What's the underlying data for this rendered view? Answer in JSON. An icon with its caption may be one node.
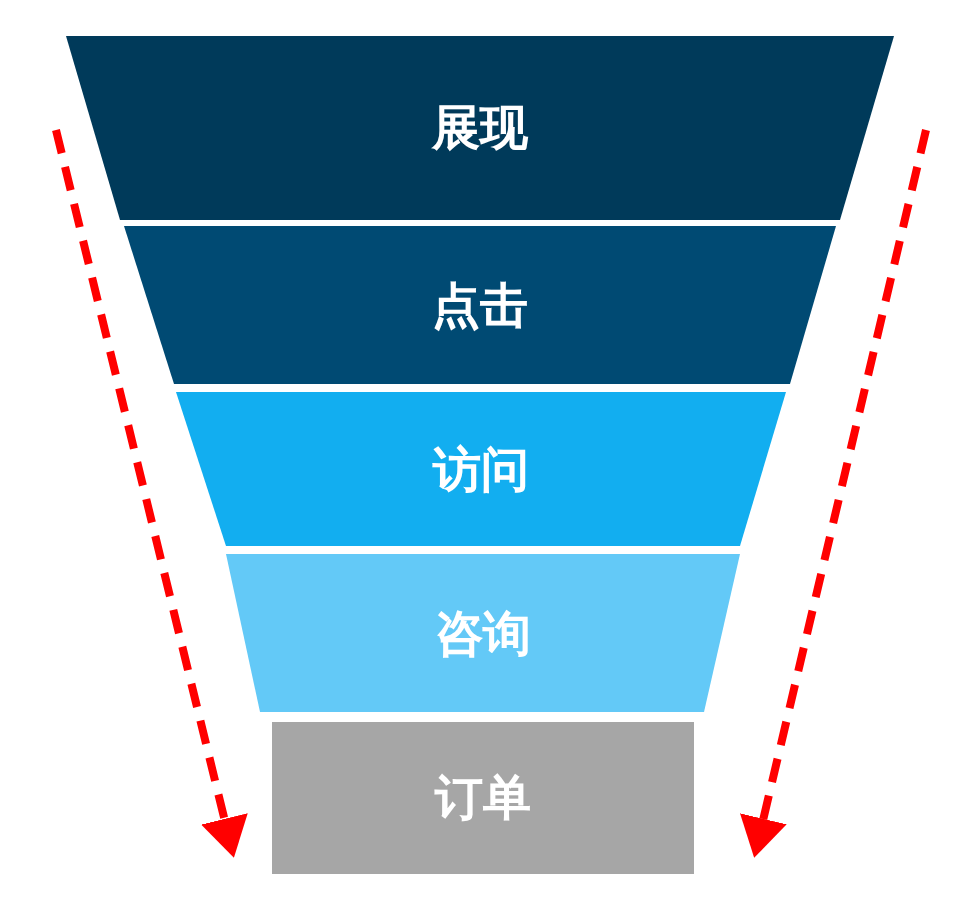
{
  "diagram": {
    "nodes": [
      {
        "text": [
          "展现"
        ]
      },
      {
        "text": [
          "点击"
        ]
      },
      {
        "text": [
          "访问"
        ]
      },
      {
        "text": [
          "咨询"
        ]
      },
      {
        "text": [
          "订单"
        ]
      }
    ]
  }
}
